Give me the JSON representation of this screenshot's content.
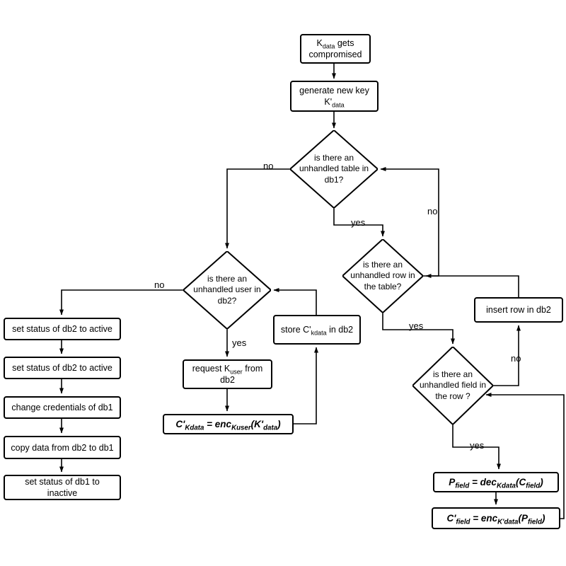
{
  "diagram": {
    "type": "flowchart",
    "colors": {
      "stroke": "#000000",
      "background": "#ffffff",
      "node_fill": "#ffffff"
    },
    "labels": {
      "yes": "yes",
      "no": "no"
    },
    "nodes": {
      "start": {
        "label": [
          {
            "t": "K"
          },
          {
            "t": "data",
            "sub": true
          },
          {
            "t": " gets\ncompromised"
          }
        ]
      },
      "genkey": {
        "label": [
          {
            "t": "generate new key\nK'"
          },
          {
            "t": "data",
            "sub": true
          }
        ]
      },
      "d1": {
        "label": [
          {
            "t": "is there an\nunhandled table in\ndb1?"
          }
        ]
      },
      "d2": {
        "label": [
          {
            "t": "is there an\nunhandled user in\ndb2?"
          }
        ]
      },
      "d3": {
        "label": [
          {
            "t": "is there an\nunhandled row in\nthe table?"
          }
        ]
      },
      "d4": {
        "label": [
          {
            "t": "is there an\nunhandled field in\nthe row ?"
          }
        ]
      },
      "insert_row": {
        "label": [
          {
            "t": "insert row in db2"
          }
        ]
      },
      "store": {
        "label": [
          {
            "t": "store C'"
          },
          {
            "t": "kdata",
            "sub": true
          },
          {
            "t": " in db2"
          }
        ]
      },
      "request": {
        "label": [
          {
            "t": "request K"
          },
          {
            "t": "user",
            "sub": true
          },
          {
            "t": " from\ndb2"
          }
        ]
      },
      "enc_kdata": {
        "label": [
          {
            "t": "C'"
          },
          {
            "t": "Kdata",
            "sub": true
          },
          {
            "t": " = enc"
          },
          {
            "t": "Kuser",
            "sub": true
          },
          {
            "t": "(K'"
          },
          {
            "t": "data",
            "sub": true
          },
          {
            "t": ")"
          }
        ]
      },
      "left1": {
        "label": [
          {
            "t": "set status of db2 to active"
          }
        ]
      },
      "left2": {
        "label": [
          {
            "t": "set status of db2 to active"
          }
        ]
      },
      "left3": {
        "label": [
          {
            "t": "change credentials of db1"
          }
        ]
      },
      "left4": {
        "label": [
          {
            "t": "copy data from db2 to db1"
          }
        ]
      },
      "left5": {
        "label": [
          {
            "t": "set status of db1 to\ninactive"
          }
        ]
      },
      "p_field": {
        "label": [
          {
            "t": "P"
          },
          {
            "t": "field",
            "sub": true
          },
          {
            "t": " = dec"
          },
          {
            "t": "Kdata",
            "sub": true
          },
          {
            "t": "(C"
          },
          {
            "t": "field",
            "sub": true
          },
          {
            "t": ")"
          }
        ]
      },
      "c_field": {
        "label": [
          {
            "t": "C'"
          },
          {
            "t": "field",
            "sub": true
          },
          {
            "t": " = enc"
          },
          {
            "t": "K'data",
            "sub": true
          },
          {
            "t": "(P"
          },
          {
            "t": "field",
            "sub": true
          },
          {
            "t": ")"
          }
        ]
      }
    }
  }
}
